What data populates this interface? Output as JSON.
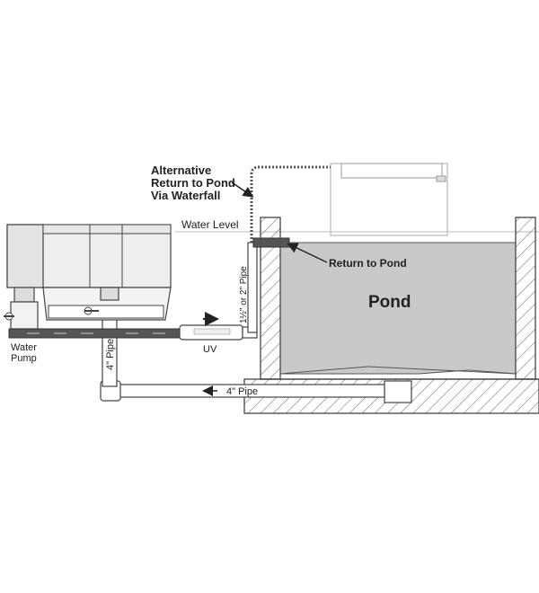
{
  "labels": {
    "alternative_return_line1": "Alternative",
    "alternative_return_line2": "Return to Pond",
    "alternative_return_line3": "Via Waterfall",
    "water_level": "Water Level",
    "return_to_pond": "Return to Pond",
    "pond": "Pond",
    "pipe_size_vertical": "1½\" or 2\" Pipe",
    "water_pump_line1": "Water",
    "water_pump_line2": "Pump",
    "uv": "UV",
    "pipe_4in_vertical": "4\" Pipe",
    "pipe_4in_horizontal": "4\" Pipe"
  },
  "colors": {
    "line": "#555555",
    "water": "#c9c9c9",
    "ground_hatch": "#7a7a7a",
    "filter_fill": "#eeeeee",
    "arrow": "#222222"
  }
}
